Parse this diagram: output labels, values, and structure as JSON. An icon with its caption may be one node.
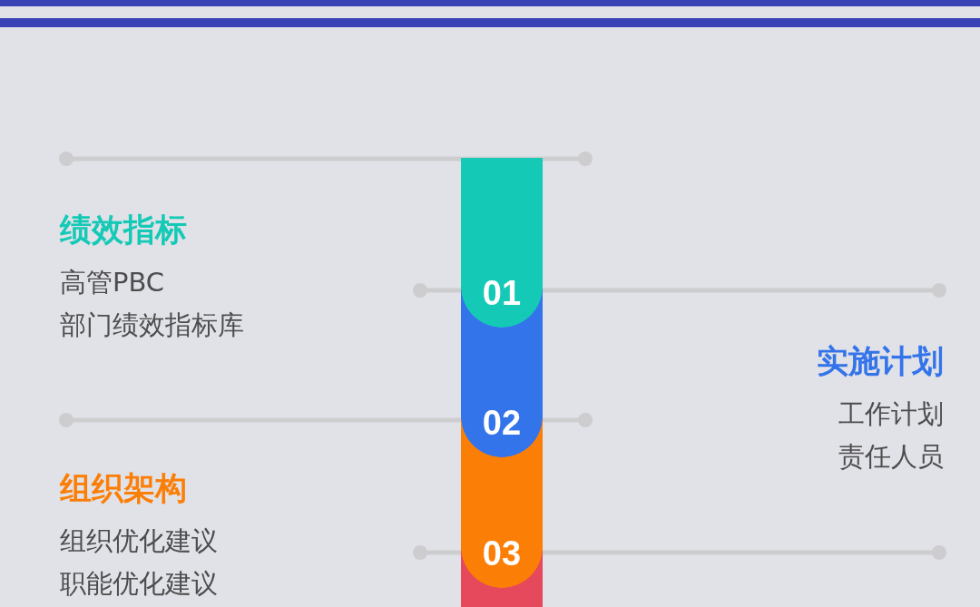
{
  "diagram": {
    "nodes": [
      {
        "text": [
          "01"
        ],
        "beside": [
          "绩效指标",
          "高管PBC",
          "部门绩效指标库"
        ]
      },
      {
        "text": [
          "02"
        ],
        "beside": [
          "实施计划",
          "工作计划",
          "责任人员"
        ]
      },
      {
        "text": [
          "03"
        ],
        "beside": [
          "组织架构",
          "组织优化建议",
          "职能优化建议"
        ]
      },
      {
        "text": [],
        "shape": "bar"
      }
    ]
  }
}
